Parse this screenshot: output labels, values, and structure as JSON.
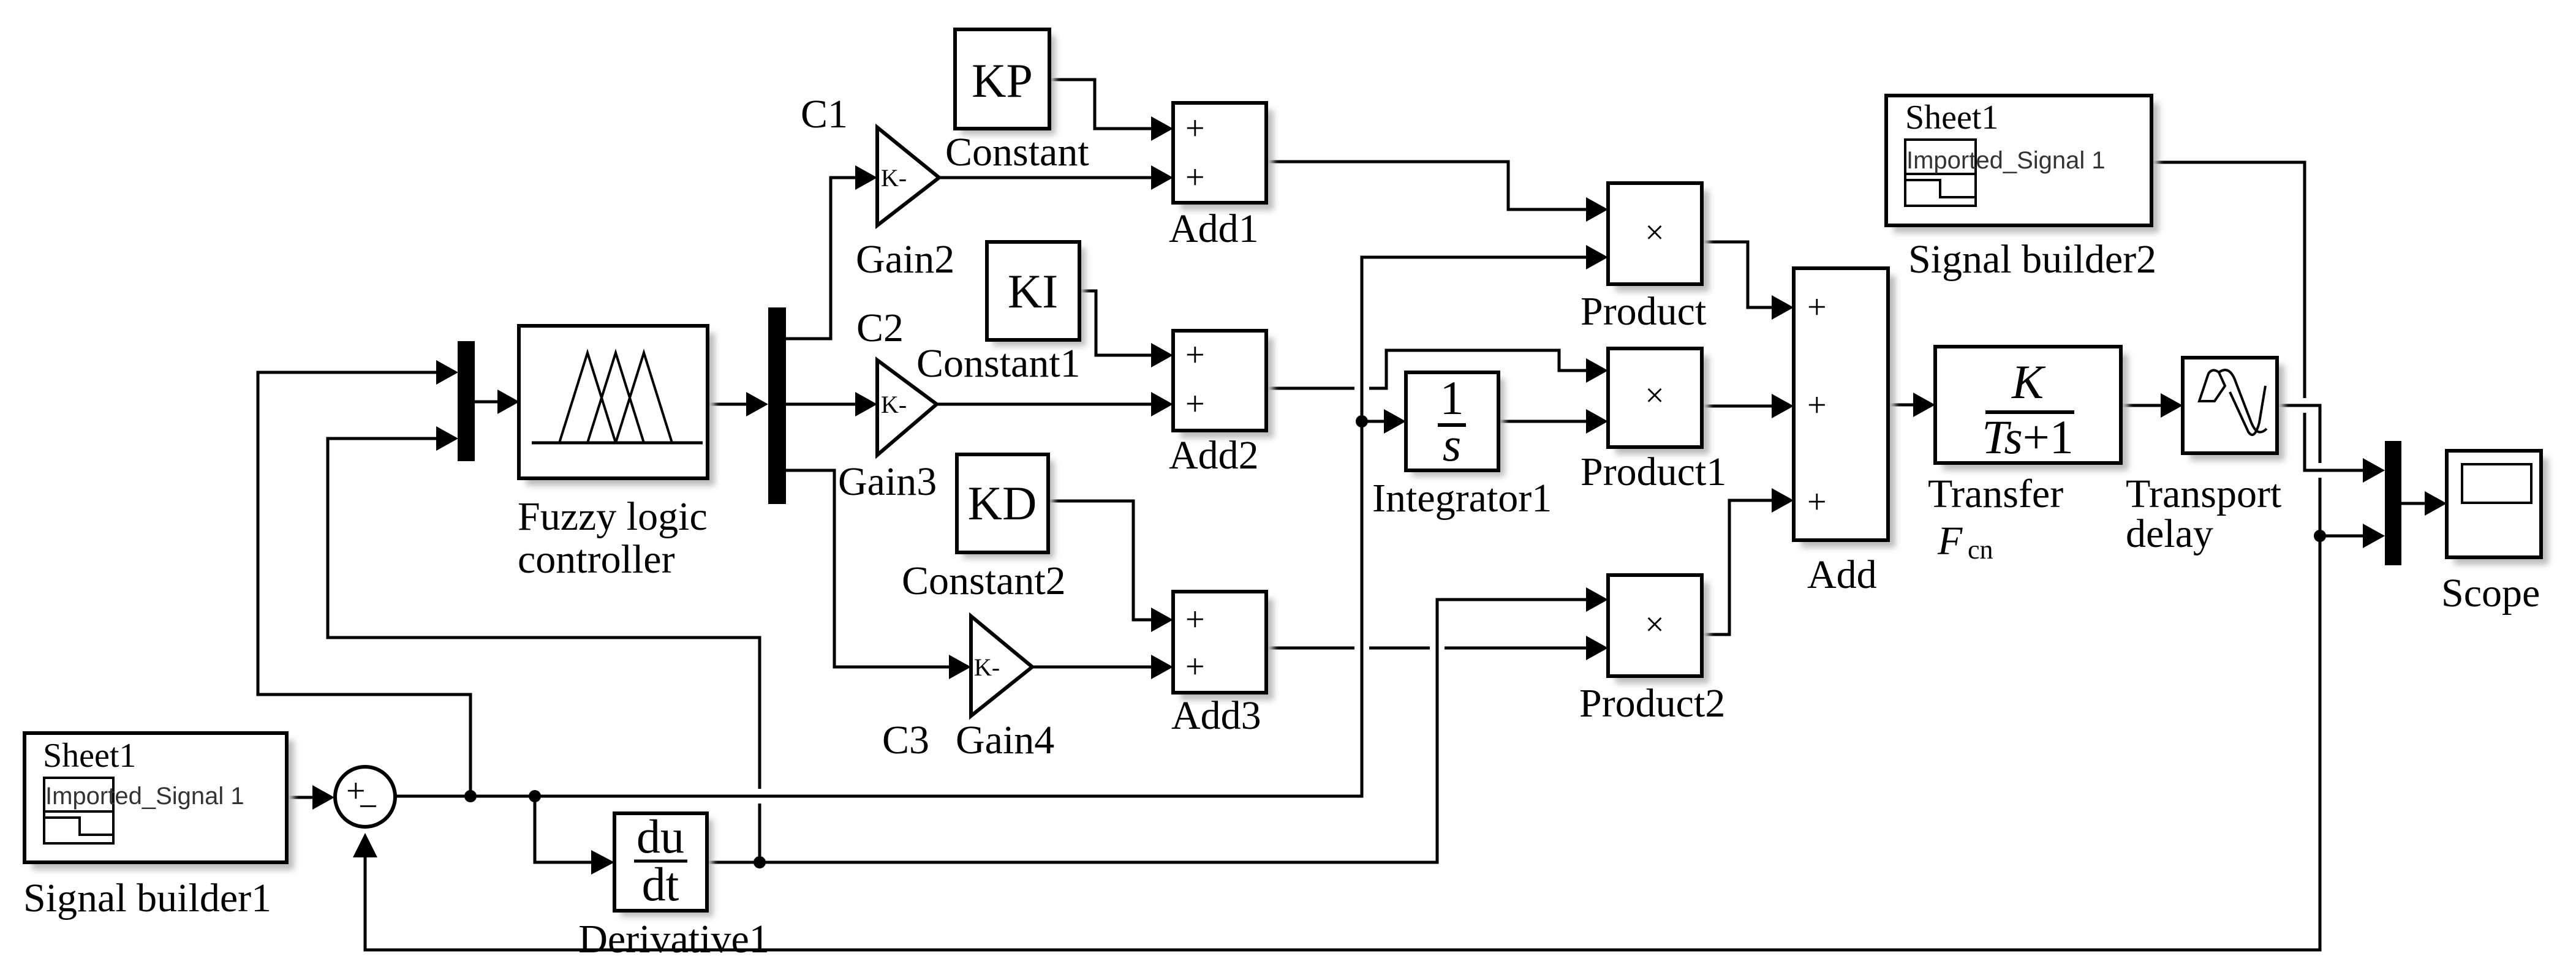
{
  "diagram": {
    "type": "simulink_block_diagram",
    "description": "Fuzzy-PID control loop"
  },
  "blocks": {
    "signal_builder1": {
      "label": "Signal builder1",
      "sheet": "Sheet1",
      "signal": "Imported_Signal 1"
    },
    "signal_builder2": {
      "label": "Signal builder2",
      "sheet": "Sheet1",
      "signal": "Imported_Signal 1"
    },
    "sum": {
      "signs": [
        "+",
        "−"
      ]
    },
    "derivative": {
      "label": "Derivative1",
      "num": "du",
      "den": "dt"
    },
    "fuzzy": {
      "label_line1": "Fuzzy logic",
      "label_line2": "controller"
    },
    "gain2": {
      "label": "Gain2",
      "value": "K-",
      "signal": "C1"
    },
    "gain3": {
      "label": "Gain3",
      "value": "K-",
      "signal": "C2"
    },
    "gain4": {
      "label": "Gain4",
      "value": "K-",
      "signal": "C3"
    },
    "constant": {
      "label": "Constant",
      "value": "KP"
    },
    "constant1": {
      "label": "Constant1",
      "value": "KI"
    },
    "constant2": {
      "label": "Constant2",
      "value": "KD"
    },
    "add1": {
      "label": "Add1",
      "signs": [
        "+",
        "+"
      ]
    },
    "add2": {
      "label": "Add2",
      "signs": [
        "+",
        "+"
      ]
    },
    "add3": {
      "label": "Add3",
      "signs": [
        "+",
        "+"
      ]
    },
    "integrator": {
      "label": "Integrator1",
      "num": "1",
      "den": "s"
    },
    "product": {
      "label": "Product",
      "op": "×"
    },
    "product1": {
      "label": "Product1",
      "op": "×"
    },
    "product2": {
      "label": "Product2",
      "op": "×"
    },
    "add": {
      "label": "Add",
      "signs": [
        "+",
        "+",
        "+"
      ]
    },
    "transfer": {
      "label": "Transfer",
      "sub_main": "F",
      "sub_index": "cn",
      "num": "K",
      "den_var": "Ts",
      "den_rest": "+1"
    },
    "transport": {
      "label_line1": "Transport",
      "label_line2": "delay"
    },
    "scope": {
      "label": "Scope"
    }
  }
}
